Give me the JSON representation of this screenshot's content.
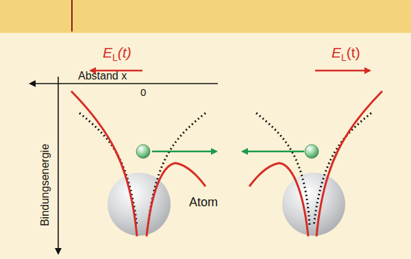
{
  "diagram": {
    "labels": [
      "E",
      "L",
      "(t)",
      "E",
      "L",
      "(t)",
      "Abstand x",
      "0",
      "Bindungsenergie",
      "Atom"
    ]
  }
}
